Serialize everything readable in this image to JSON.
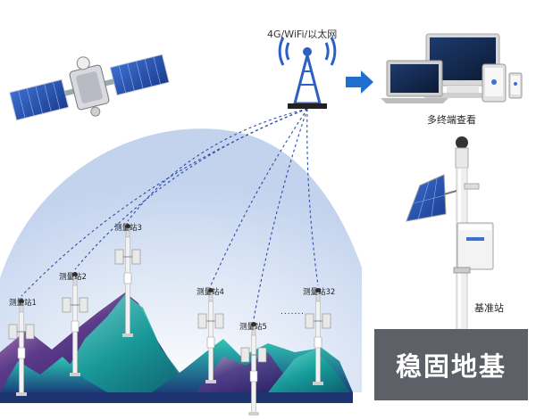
{
  "network_label": "4G/WiFi/以太网",
  "terminal_label": "多终端查看",
  "base_station_label": "基准站",
  "banner_text": "稳固地基",
  "ellipsis": ".......",
  "stations": [
    {
      "label": "测量站1"
    },
    {
      "label": "测量站2"
    },
    {
      "label": "测量站3"
    },
    {
      "label": "测量站4"
    },
    {
      "label": "测量站5"
    },
    {
      "label": "测量站32"
    }
  ],
  "colors": {
    "dashed_link": "#2c4fa8",
    "arrow": "#1e6fd0",
    "banner_bg": "#5d6167",
    "mountain_teal": "#1aa3a0",
    "mountain_purple": "#4b2a78"
  },
  "icons": [
    "satellite-icon",
    "antenna-tower-icon",
    "arrow-right-icon",
    "devices-icon",
    "solar-panel-icon"
  ]
}
